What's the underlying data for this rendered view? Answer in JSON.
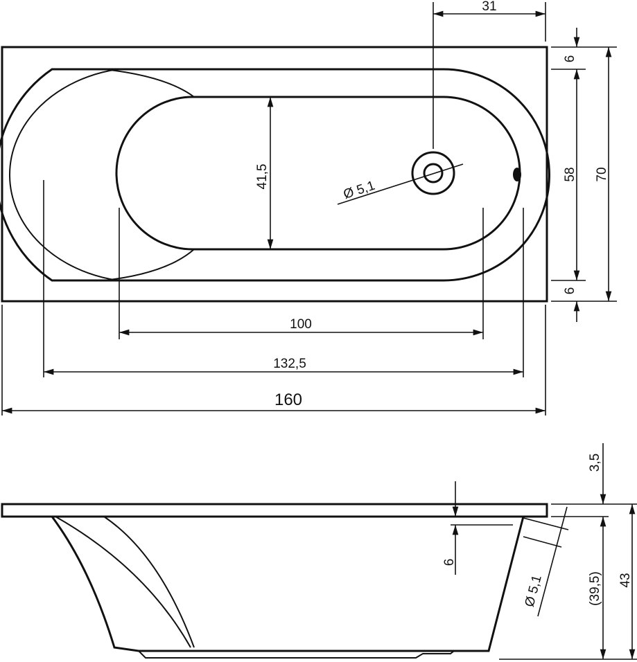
{
  "drawing": {
    "top_view": {
      "dim_drain_offset": "31",
      "dim_rim_top": "6",
      "dim_inner_width": "58",
      "dim_rim_bottom": "6",
      "dim_total_width": "70",
      "dim_basin_width": "41,5",
      "dim_drain_diameter": "Ø 5,1",
      "dim_basin_length": "100",
      "dim_inner_length": "132,5",
      "dim_total_length": "160"
    },
    "side_view": {
      "dim_rim_thickness": "3,5",
      "dim_overflow_depth": "6",
      "dim_overflow_diameter": "Ø 5,1",
      "dim_inner_depth": "(39,5)",
      "dim_total_height": "43"
    },
    "colors": {
      "line": "#111111",
      "background": "#ffffff"
    }
  }
}
